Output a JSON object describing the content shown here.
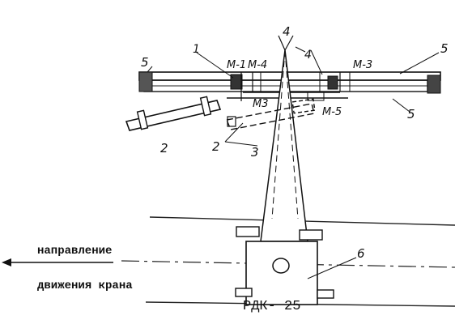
{
  "labels": {
    "n5_left": "5",
    "n1": "1",
    "m1": "М-1",
    "m4": "М-4",
    "n4_top": "4",
    "n4_right": "4",
    "m3_right": "М-3",
    "n5_top_right": "5",
    "n5_lower_right": "5",
    "m3_dashed": "М3",
    "m5": "М-5",
    "n2_left": "2",
    "n2_bottom": "2",
    "n3": "3",
    "n6": "6",
    "model": "РДК- 25"
  },
  "caption": {
    "line1": "направление",
    "line2": "движения крана"
  }
}
